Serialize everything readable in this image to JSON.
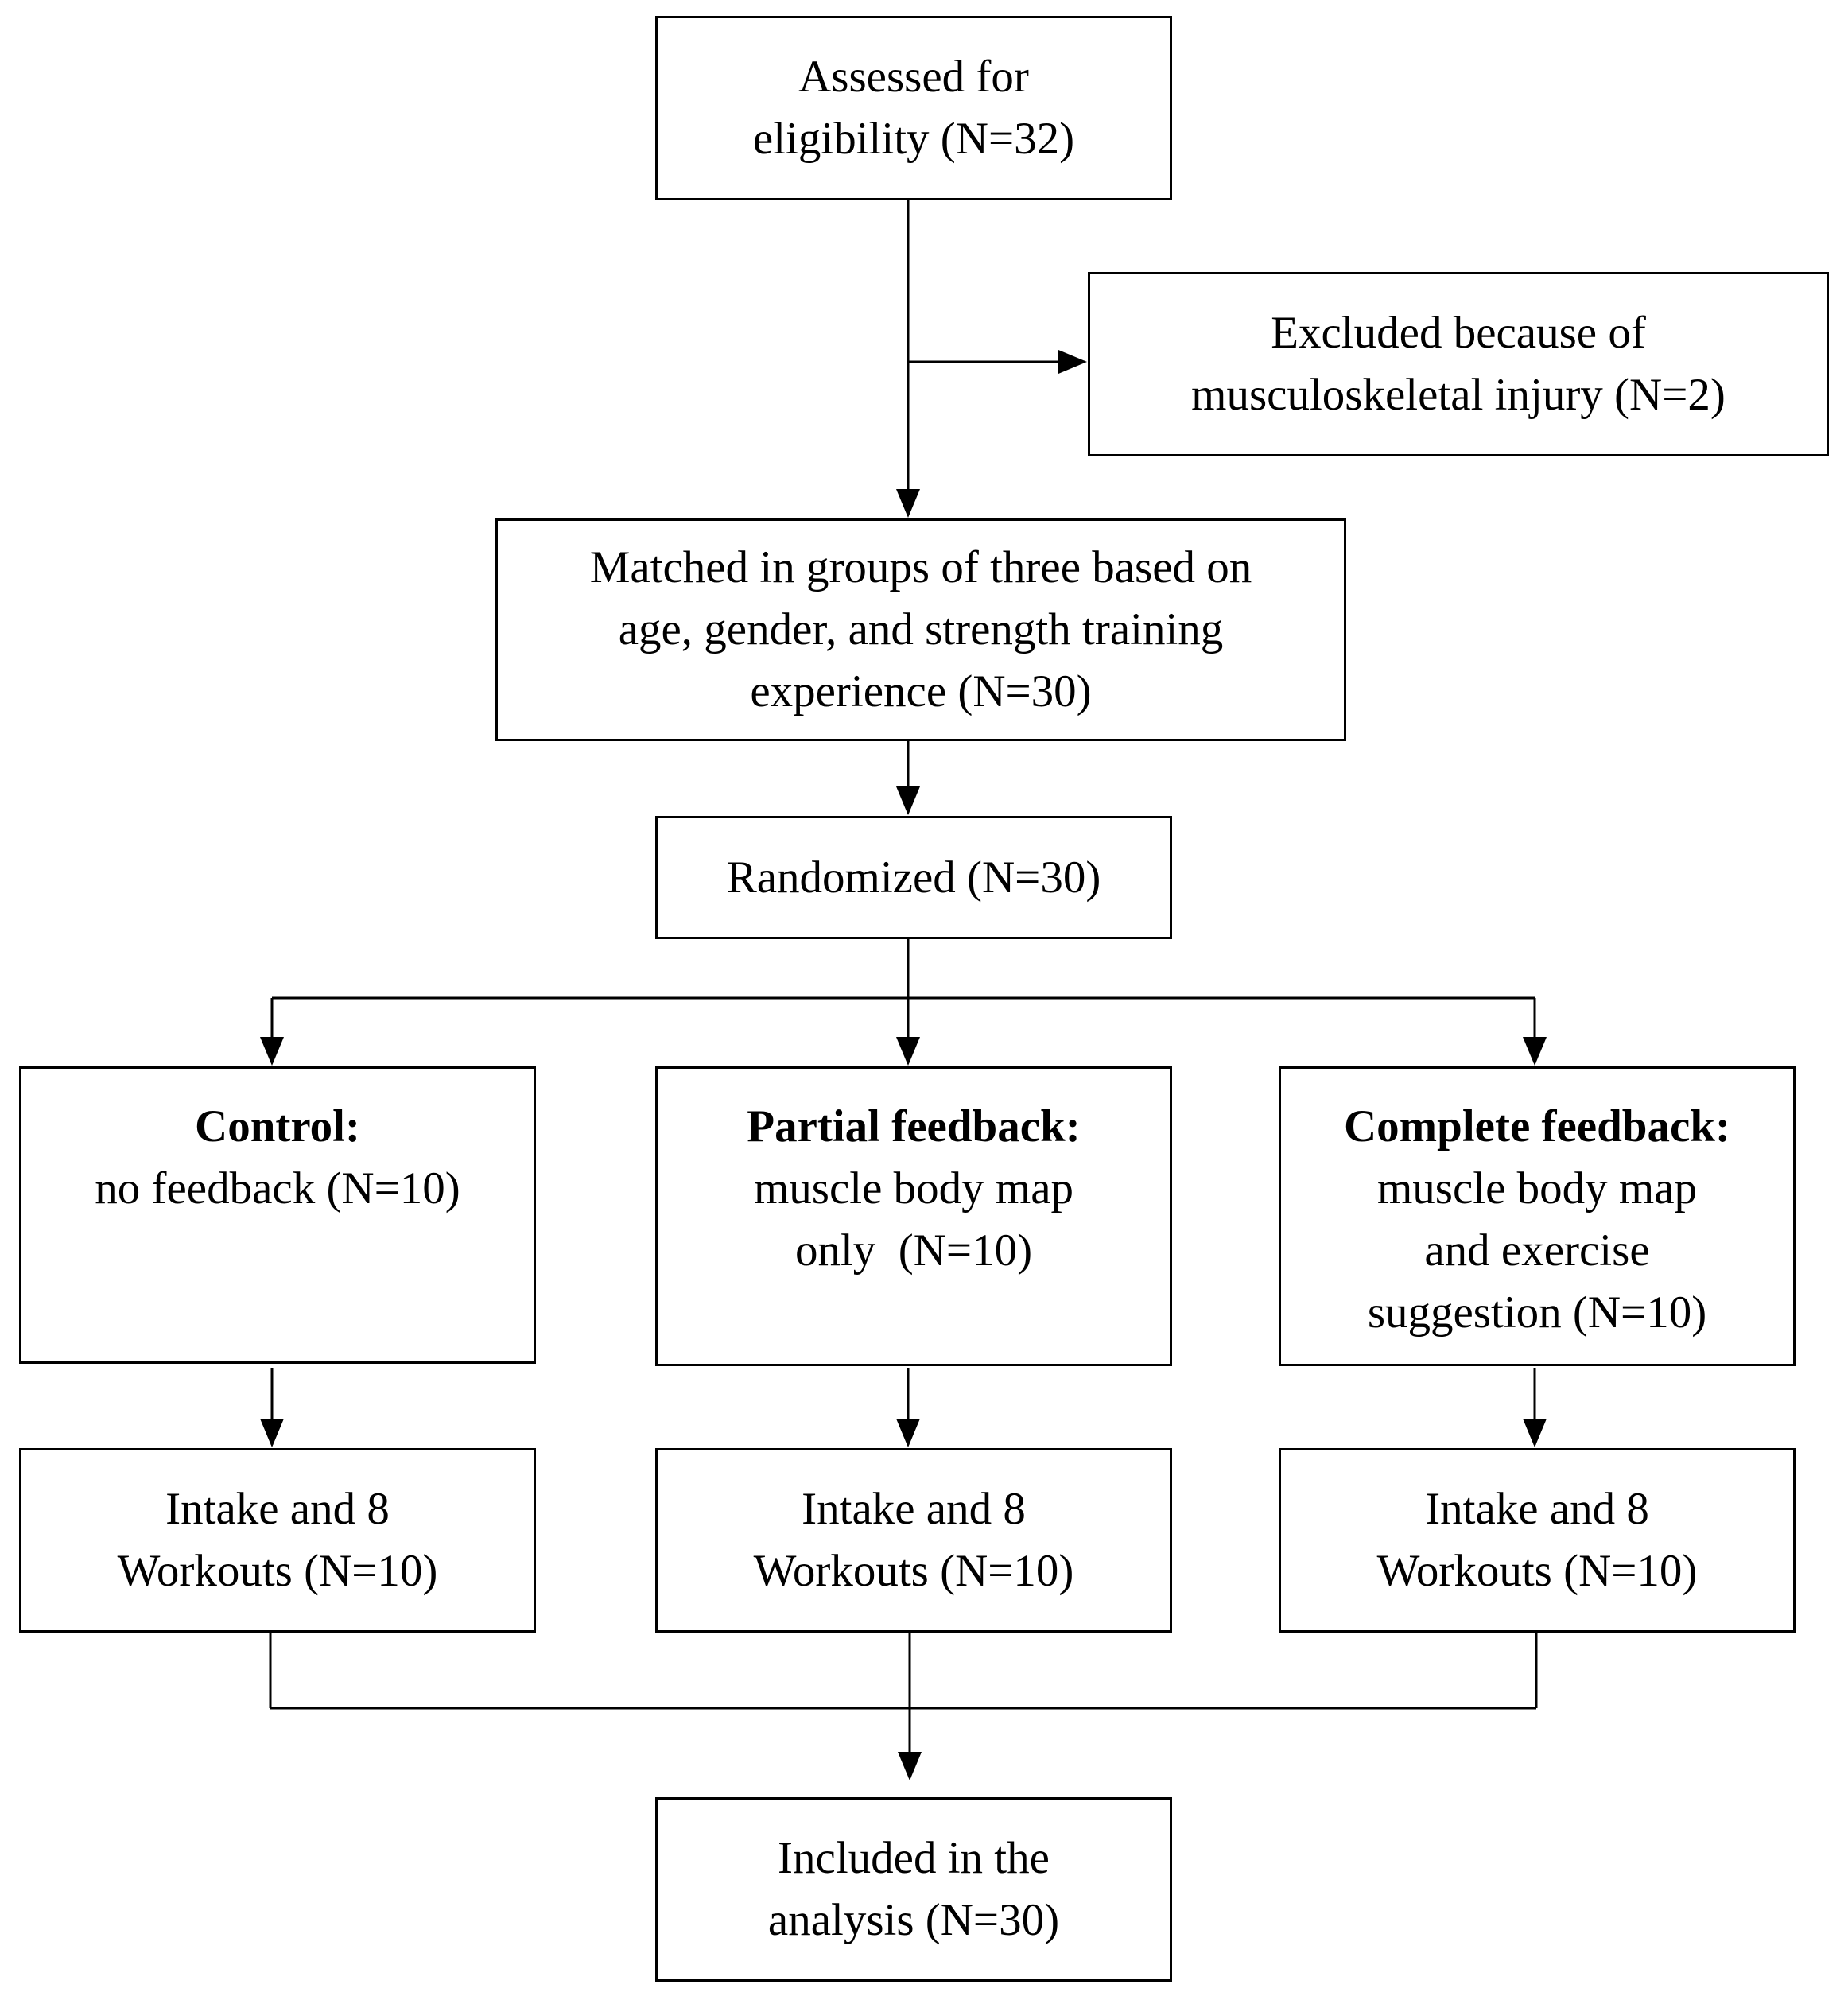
{
  "diagram": {
    "assessed": {
      "lines": [
        "Assessed for",
        "eligibility (N=32)"
      ]
    },
    "excluded": {
      "lines": [
        "Excluded because of",
        "musculoskeletal injury (N=2)"
      ]
    },
    "matched": {
      "lines": [
        "Matched in groups of three based on",
        "age, gender, and strength training",
        "experience (N=30)"
      ]
    },
    "randomized": {
      "lines": [
        "Randomized (N=30)"
      ]
    },
    "control": {
      "title": "Control:",
      "lines": [
        "no feedback (N=10)"
      ]
    },
    "partial": {
      "title": "Partial feedback:",
      "lines": [
        "muscle body map",
        "only  (N=10)"
      ]
    },
    "complete": {
      "title": "Complete feedback:",
      "lines": [
        "muscle body map",
        "and exercise",
        "suggestion (N=10)"
      ]
    },
    "workouts_control": {
      "lines": [
        "Intake and 8",
        "Workouts (N=10)"
      ]
    },
    "workouts_partial": {
      "lines": [
        "Intake and 8",
        "Workouts (N=10)"
      ]
    },
    "workouts_complete": {
      "lines": [
        "Intake and 8",
        "Workouts (N=10)"
      ]
    },
    "analysis": {
      "lines": [
        "Included in the",
        "analysis (N=30)"
      ]
    }
  }
}
